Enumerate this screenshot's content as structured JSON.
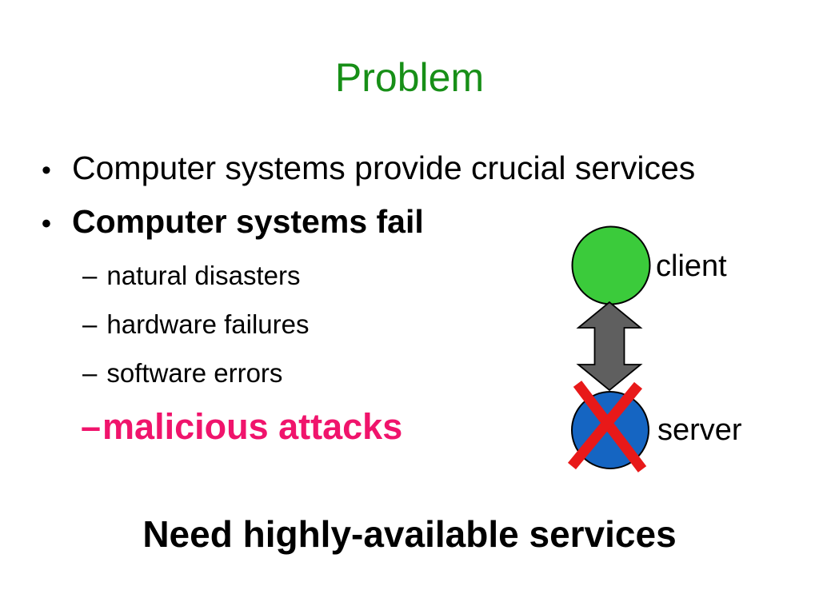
{
  "slide": {
    "title": {
      "text": "Problem",
      "color": "#178F17"
    },
    "bullets": [
      {
        "marker": "•",
        "text": "Computer systems provide crucial services"
      },
      {
        "marker": "•",
        "text": "Computer systems fail"
      }
    ],
    "sub_bullets": [
      {
        "marker": "–",
        "text": "natural disasters"
      },
      {
        "marker": "–",
        "text": "hardware failures"
      },
      {
        "marker": "–",
        "text": "software errors"
      }
    ],
    "emphasis_bullet": {
      "marker": "–",
      "text": "malicious attacks",
      "color": "#F0146C"
    },
    "conclusion": "Need highly-available services",
    "diagram": {
      "client": {
        "label": "client",
        "fill": "#3BCB3B"
      },
      "server": {
        "label": "server",
        "fill": "#1565C2"
      },
      "arrow_fill": "#5F5F5F",
      "cross_color": "#E81919",
      "outline": "#000000"
    }
  }
}
